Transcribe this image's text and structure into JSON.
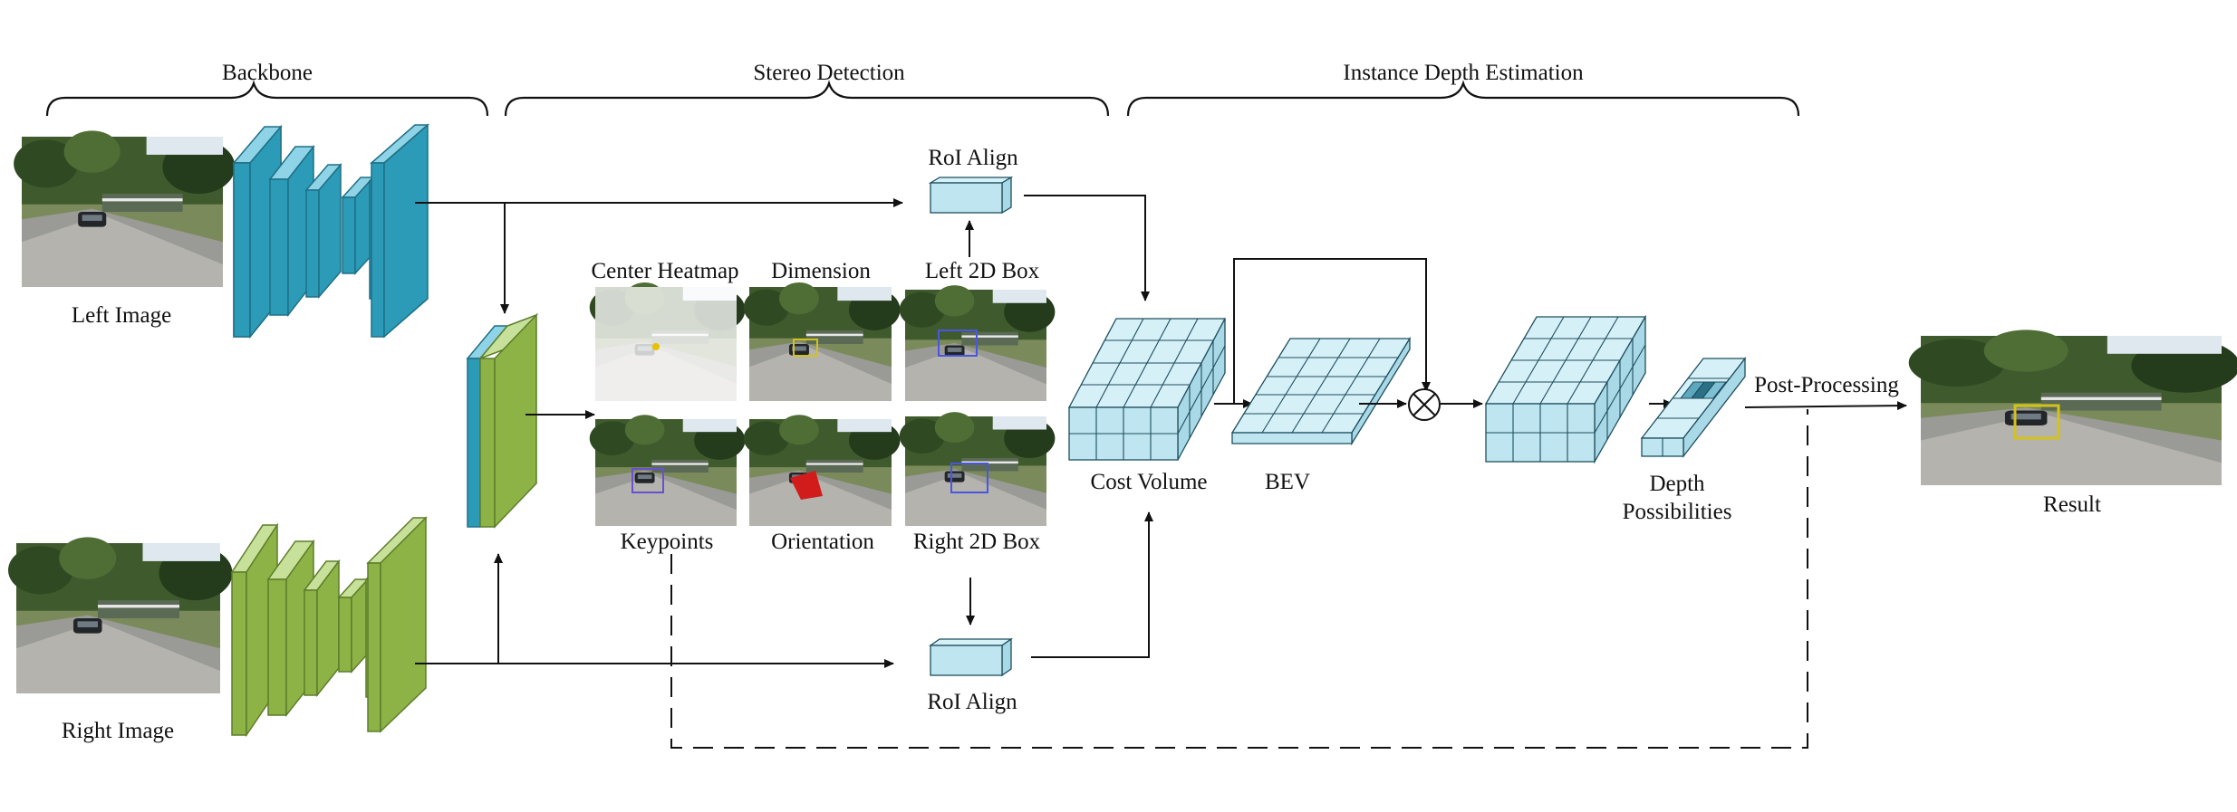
{
  "sections": {
    "backbone": "Backbone",
    "stereo_detection": "Stereo Detection",
    "instance_depth": "Instance Depth Estimation"
  },
  "inputs": {
    "left_image": "Left Image",
    "right_image": "Right Image"
  },
  "heads": {
    "center_heatmap": "Center Heatmap",
    "dimension": "Dimension",
    "left_2d_box": "Left 2D Box",
    "keypoints": "Keypoints",
    "orientation": "Orientation",
    "right_2d_box": "Right 2D Box"
  },
  "roi_align_top": "RoI Align",
  "roi_align_bottom": "RoI Align",
  "cost_volume": "Cost Volume",
  "bev": "BEV",
  "depth_possibilities": [
    "Depth",
    "Possibilities"
  ],
  "post_processing": "Post-Processing",
  "result": "Result",
  "colors": {
    "left_branch": "#2b9bb8",
    "right_branch": "#8db347",
    "volume": "#bfe6f0"
  }
}
